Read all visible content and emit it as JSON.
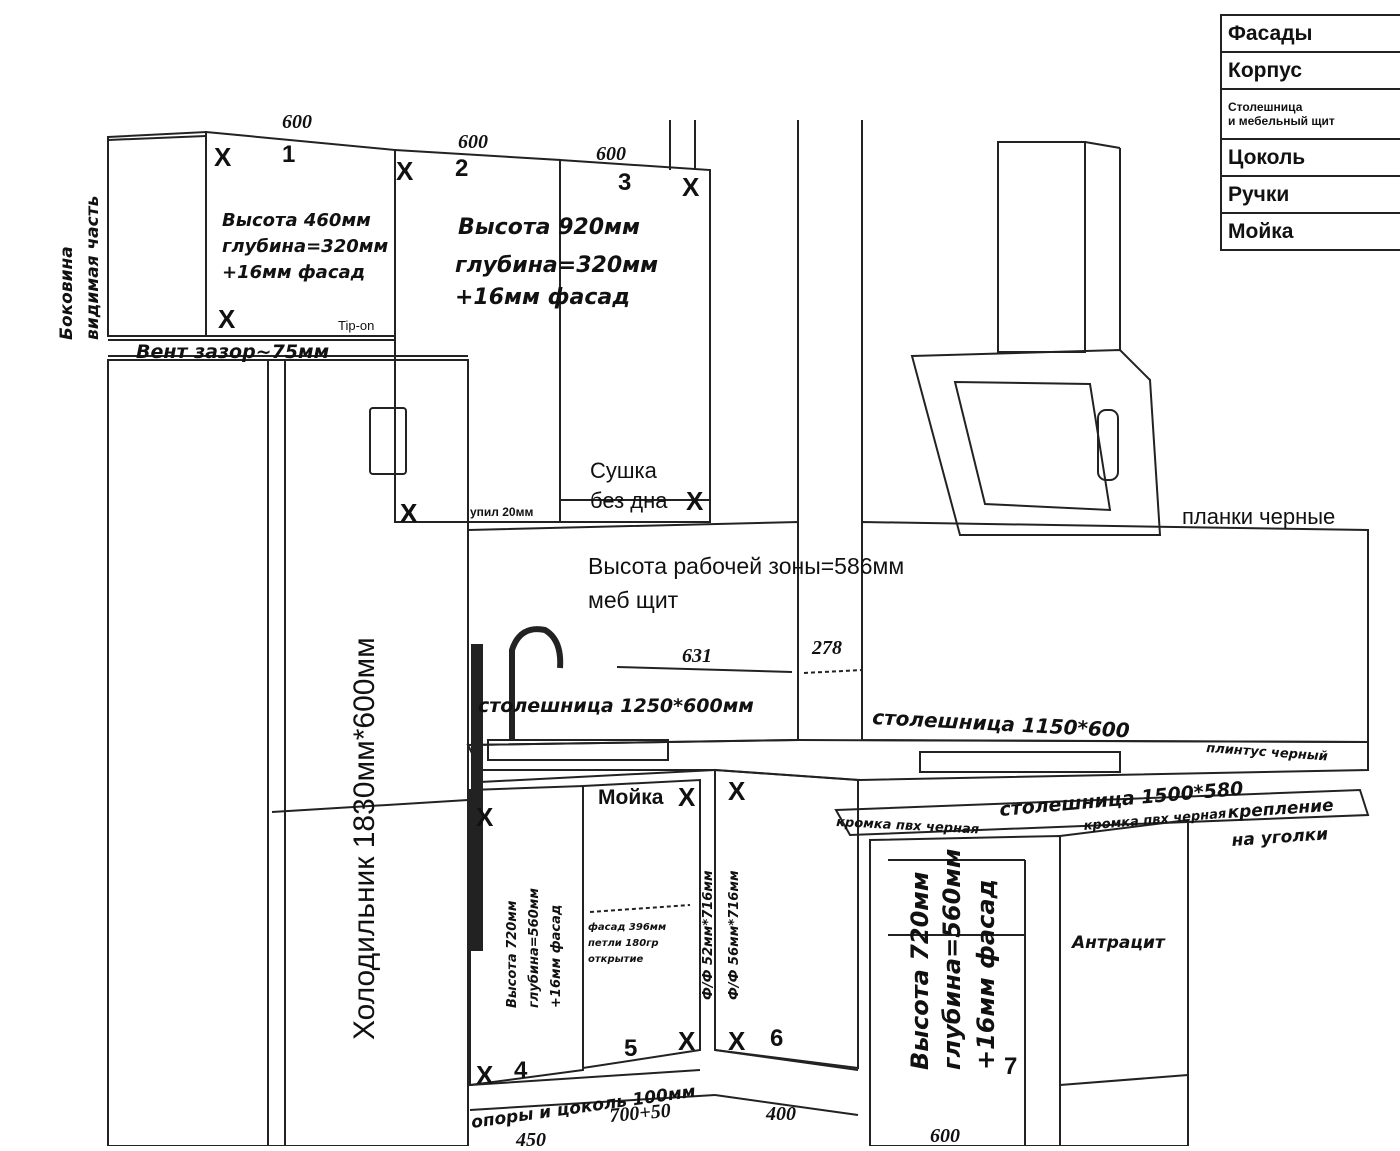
{
  "legend": {
    "rows": [
      "Фасады",
      "Корпус",
      "Столешница\nи мебельный щит",
      "Цоколь",
      "Ручки",
      "Мойка"
    ]
  },
  "upper": {
    "w1": "600",
    "w2": "600",
    "w3": "600",
    "n1": "1",
    "n2": "2",
    "n3": "3",
    "note1": [
      "Высота 460мм",
      "глубина=320мм",
      "+16мм фасад"
    ],
    "tipon": "Tip-on",
    "note2": [
      "Высота 920мм",
      "глубина=320мм",
      "+16мм фасад"
    ],
    "side_label": [
      "Боковина",
      "видимая часть"
    ],
    "vent": "Вент зазор~75мм",
    "dryer": [
      "Сушка",
      "без дна"
    ],
    "shelf_note": "упил 20мм"
  },
  "middle": {
    "work_height": "Высота рабочей зоны=586мм",
    "panel": "меб щит",
    "dim631": "631",
    "dim278": "278",
    "black_strips": "планки черные",
    "countertop1": "столешница 1250*600мм",
    "countertop2": "столешница 1150*600",
    "plinth": "плинтус черный",
    "countertop3": "столешница 1500*580",
    "edge1": "кромка пвх черная",
    "edge2": "кромка пвх черная",
    "corner_mount": [
      "крепление",
      "на уголки"
    ]
  },
  "fridge": {
    "label": "Холодильник 1830мм*600мм"
  },
  "lower": {
    "sink": "Мойка",
    "module4": [
      "Высота 720мм",
      "глубина=560мм",
      "+16мм фасад"
    ],
    "facade_note": [
      "фасад 396мм",
      "петли 180гр",
      "открытие"
    ],
    "ff1": "Ф/Ф 52мм*716мм",
    "ff2": "Ф/Ф 56мм*716мм",
    "n4": "4",
    "n5": "5",
    "n6": "6",
    "n7": "7",
    "module7": [
      "Высота 720мм",
      "глубина=560мм",
      "+16мм фасад"
    ],
    "anthracite": "Антрацит",
    "legs": "опоры и цоколь 100мм",
    "d450": "450",
    "d700": "700+50",
    "d400": "400",
    "d600": "600"
  },
  "marks": {
    "x": "X"
  }
}
